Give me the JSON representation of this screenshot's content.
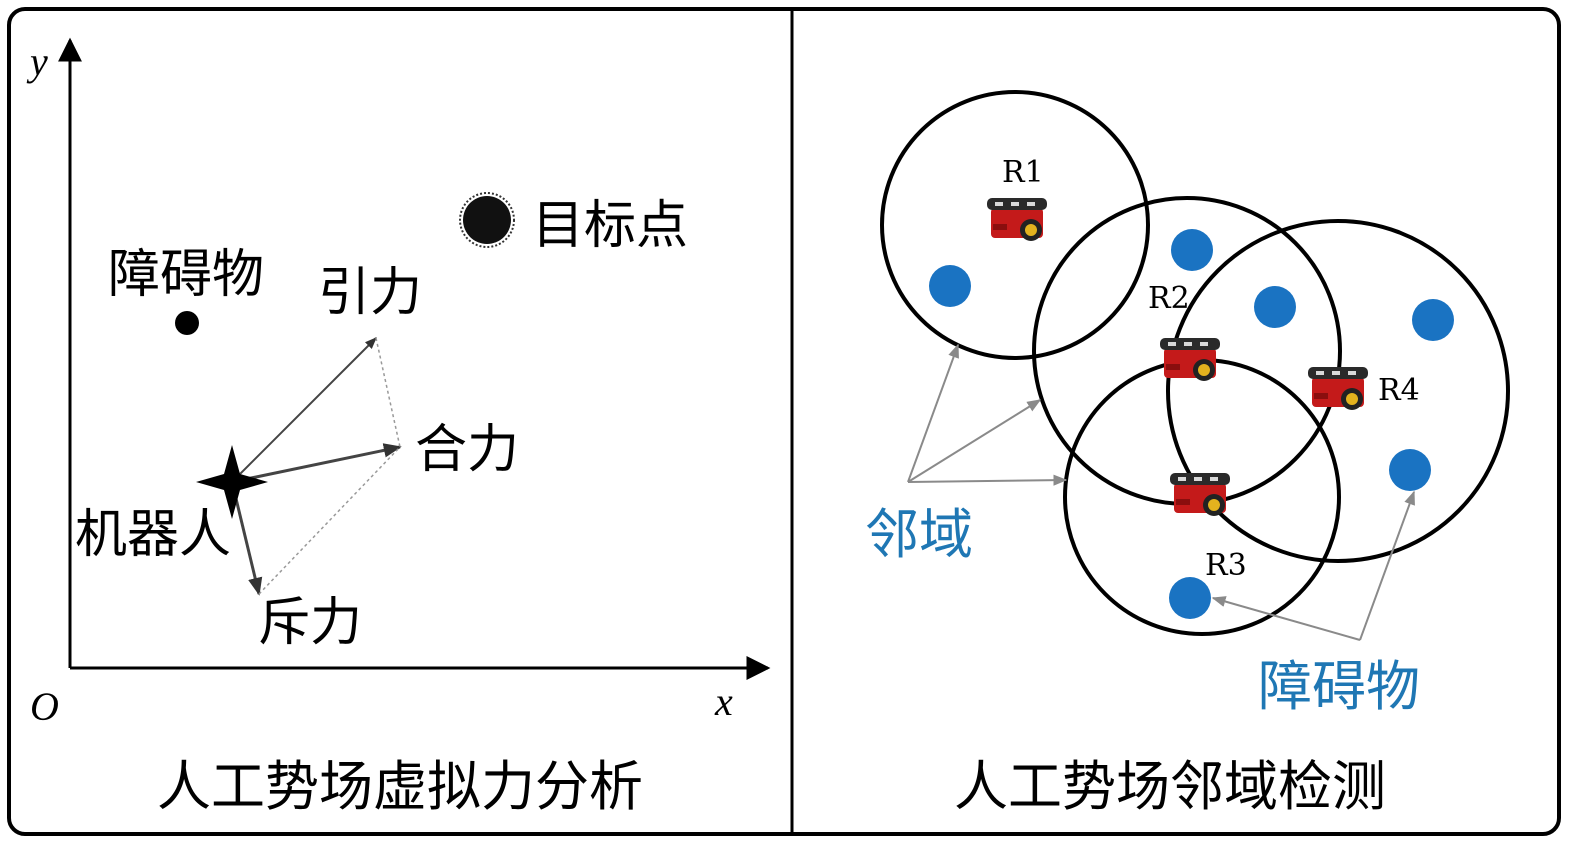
{
  "left_panel": {
    "caption": "人工势场虚拟力分析",
    "axis_x": "x",
    "axis_y": "y",
    "origin": "O",
    "labels": {
      "target": "目标点",
      "obstacle": "障碍物",
      "attraction": "引力",
      "resultant": "合力",
      "robot": "机器人",
      "repulsion": "斥力"
    }
  },
  "right_panel": {
    "caption": "人工势场邻域检测",
    "robots": [
      "R1",
      "R2",
      "R3",
      "R4"
    ],
    "neighborhood_label": "邻域",
    "obstacle_label": "障碍物",
    "colors": {
      "annotation": "#1f77b4",
      "obstacle_dot": "#1a73c2",
      "robot_body": "#c41a1a"
    }
  }
}
